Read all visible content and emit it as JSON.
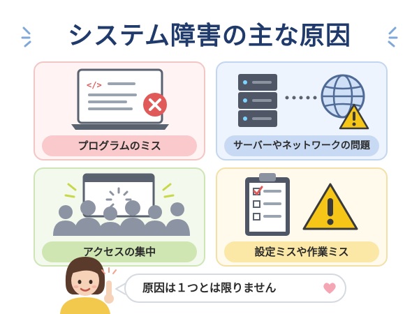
{
  "title": "システム障害の主な原因",
  "cards": [
    {
      "label": "プログラムのミス",
      "icon": "laptop-code-error-icon"
    },
    {
      "label": "サーバーやネットワークの問題",
      "icon": "server-network-warning-icon"
    },
    {
      "label": "アクセスの集中",
      "icon": "crowd-loading-icon"
    },
    {
      "label": "設定ミスや作業ミス",
      "icon": "checklist-warning-icon"
    }
  ],
  "speech": "原因は１つとは限りません",
  "colors": {
    "title": "#1f3a6b",
    "card1": "#f9c9cc",
    "card2": "#c8daf3",
    "card3": "#cfe6b3",
    "card4": "#fbe7a6",
    "error": "#e05a5a",
    "warning": "#f5c518"
  }
}
